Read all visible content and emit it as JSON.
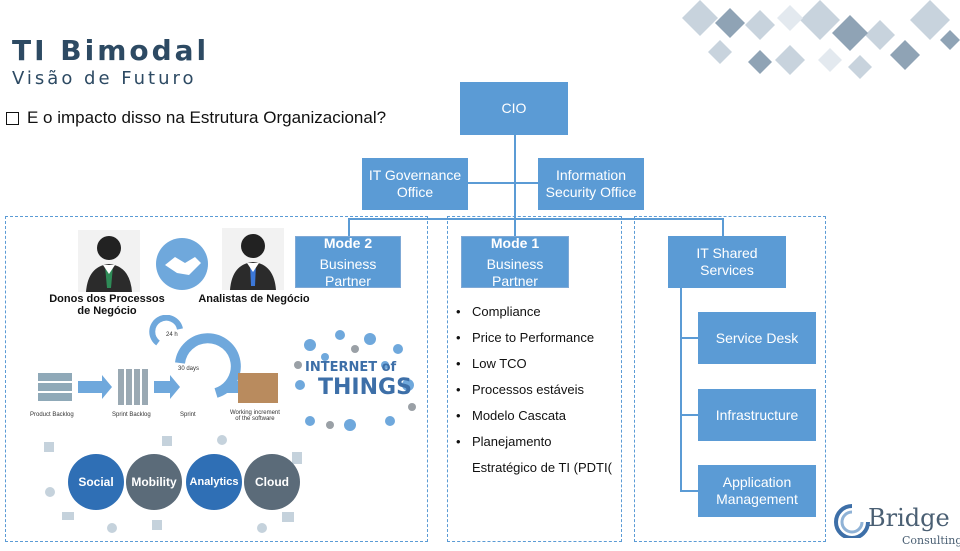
{
  "header": {
    "title": "TI Bimodal",
    "subtitle": "Visão de Futuro",
    "question": "E o impacto disso na Estrutura Organizacional?"
  },
  "org": {
    "cio": "CIO",
    "it_governance": "IT Governance Office",
    "info_security": "Information Security Office",
    "mode2_title": "Mode 2",
    "mode2_sub": "Business Partner",
    "mode1_title": "Mode 1",
    "mode1_sub": "Business Partner",
    "shared_services": "IT Shared Services",
    "service_desk": "Service Desk",
    "infrastructure": "Infrastructure",
    "app_mgmt": "Application Management"
  },
  "mode1_bullets": [
    "Compliance",
    "Price to Performance",
    "Low TCO",
    "Processos estáveis",
    "Modelo Cascata",
    "Planejamento"
  ],
  "mode1_bullet_tail": "Estratégico de TI (PDTI(",
  "left_panel": {
    "owners_label_1": "Donos dos Processos",
    "owners_label_2": "de Negócio",
    "analysts_label": "Analistas de Negócio",
    "scrum_24h": "24 h",
    "scrum_30d": "30 days",
    "product_backlog": "Product Backlog",
    "sprint_backlog": "Sprint Backlog",
    "sprint": "Sprint",
    "working_increment_1": "Working increment",
    "working_increment_2": "of the software",
    "iot_1": "INTERNET of",
    "iot_2": "THINGS",
    "smac": [
      "Social",
      "Mobility",
      "Analytics",
      "Cloud"
    ]
  },
  "logo": {
    "name": "Bridge",
    "sub": "Consulting"
  },
  "colors": {
    "primary_blue": "#5b9bd5",
    "light_blue": "#a9c8e9",
    "title_navy": "#2d4a63"
  }
}
